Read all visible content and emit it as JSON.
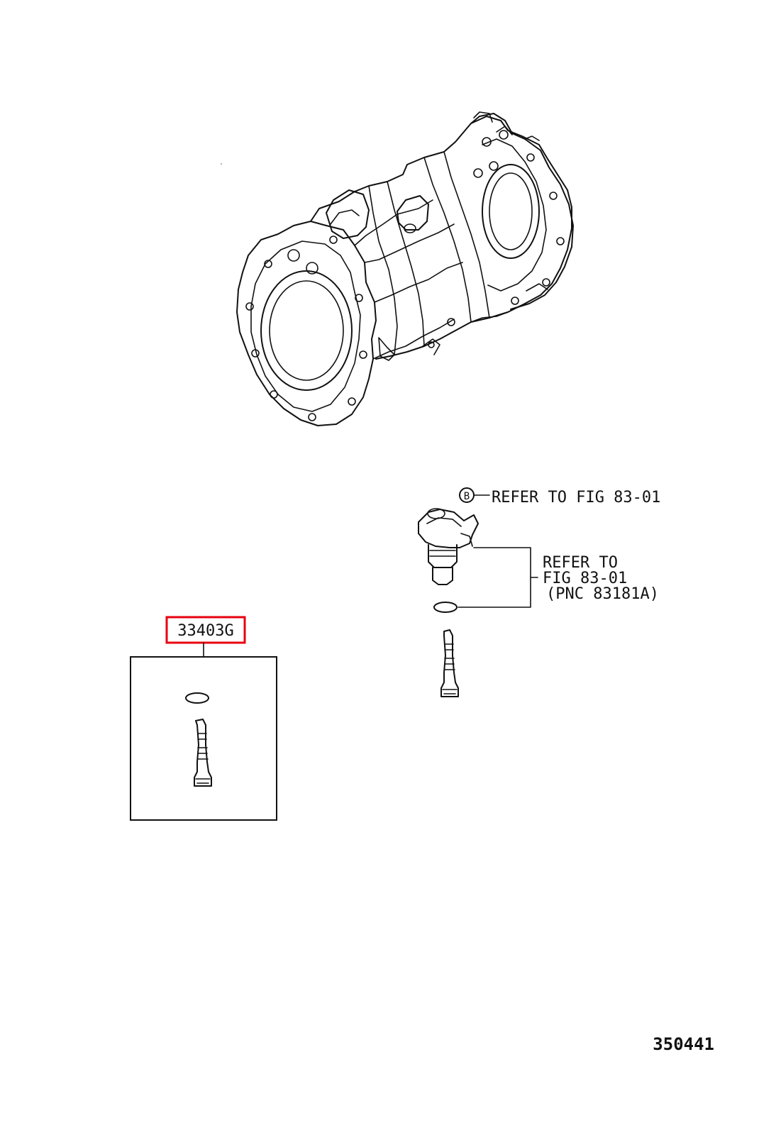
{
  "callouts": {
    "refer_top": "REFER TO FIG 83-01",
    "refer_top_marker": "B",
    "refer_right_line1": "REFER TO",
    "refer_right_line2": "FIG 83-01",
    "refer_right_line3": "(PNC 83181A)"
  },
  "part_box": {
    "part_number": "33403G",
    "highlight_color": "#e8000f"
  },
  "figure_number": "350441",
  "colors": {
    "ink": "#111111",
    "background": "#ffffff"
  }
}
